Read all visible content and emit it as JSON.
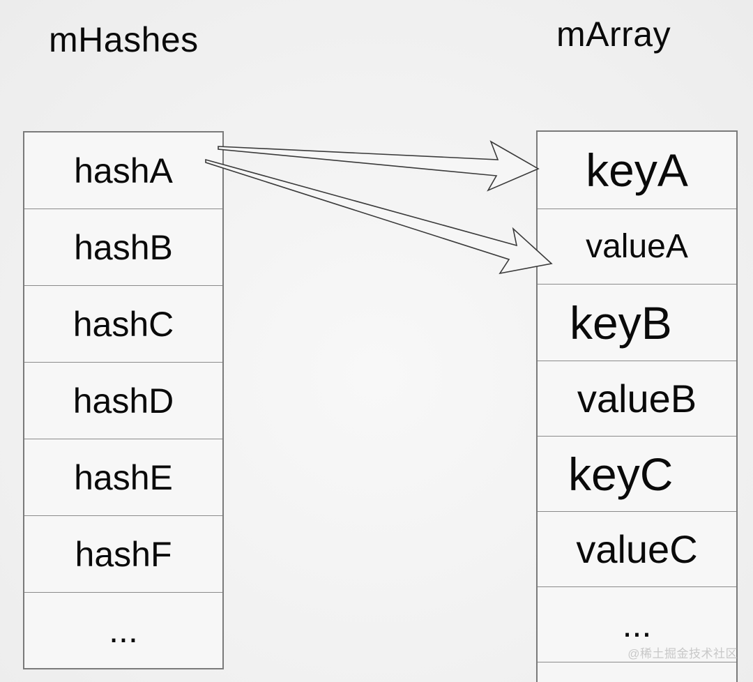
{
  "mhashes": {
    "title": "mHashes",
    "cells": [
      "hashA",
      "hashB",
      "hashC",
      "hashD",
      "hashE",
      "hashF",
      "..."
    ]
  },
  "marray": {
    "title": "mArray",
    "cells": [
      "keyA",
      "valueA",
      "keyB",
      "valueB",
      "keyC",
      "valueC",
      "..."
    ]
  },
  "watermark": "@稀土掘金技术社区",
  "colors": {
    "background": "#f2f2f2",
    "border": "#7a7a7a",
    "text": "#0a0a0a"
  }
}
